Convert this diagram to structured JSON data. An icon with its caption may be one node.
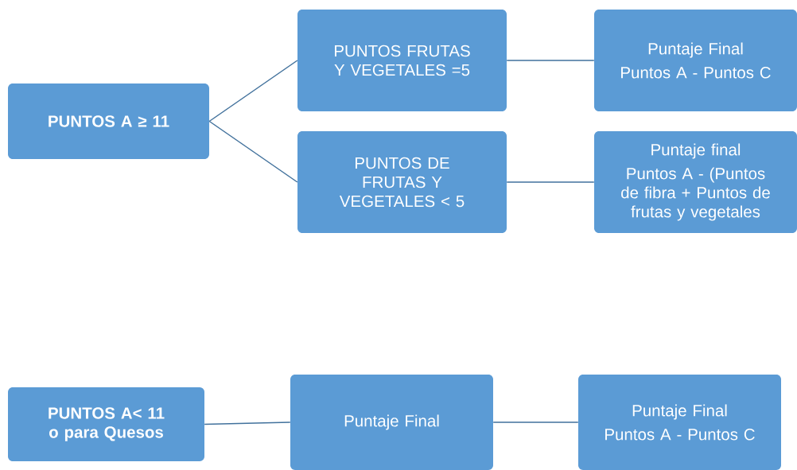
{
  "diagram": {
    "nodes": [
      {
        "text": [
          "PUNTOS A ≥ 11"
        ]
      },
      {
        "text": [
          "PUNTOS FRUTAS Y VEGETALES =5"
        ]
      },
      {
        "text": [
          "PUNTOS DE FRUTAS Y VEGETALES < 5"
        ]
      },
      {
        "text": [
          "Puntaje Final",
          "Puntos A - Puntos C"
        ]
      },
      {
        "text": [
          "Puntaje final",
          "Puntos A - (Puntos de fibra + Puntos de frutas y vegetales"
        ]
      },
      {
        "text": [
          "PUNTOS A< 11 o para Quesos"
        ]
      },
      {
        "text": [
          "Puntaje Final"
        ]
      },
      {
        "text": [
          "Puntaje Final",
          "Puntos A - Puntos C"
        ]
      }
    ],
    "edges": [
      {
        "from": 0,
        "to": 1,
        "arrow": "none"
      },
      {
        "from": 0,
        "to": 2,
        "arrow": "none"
      },
      {
        "from": 1,
        "to": 3,
        "arrow": "none"
      },
      {
        "from": 2,
        "to": 4,
        "arrow": "none"
      },
      {
        "from": 5,
        "to": 6,
        "arrow": "none"
      },
      {
        "from": 6,
        "to": 7,
        "arrow": "none"
      }
    ]
  }
}
